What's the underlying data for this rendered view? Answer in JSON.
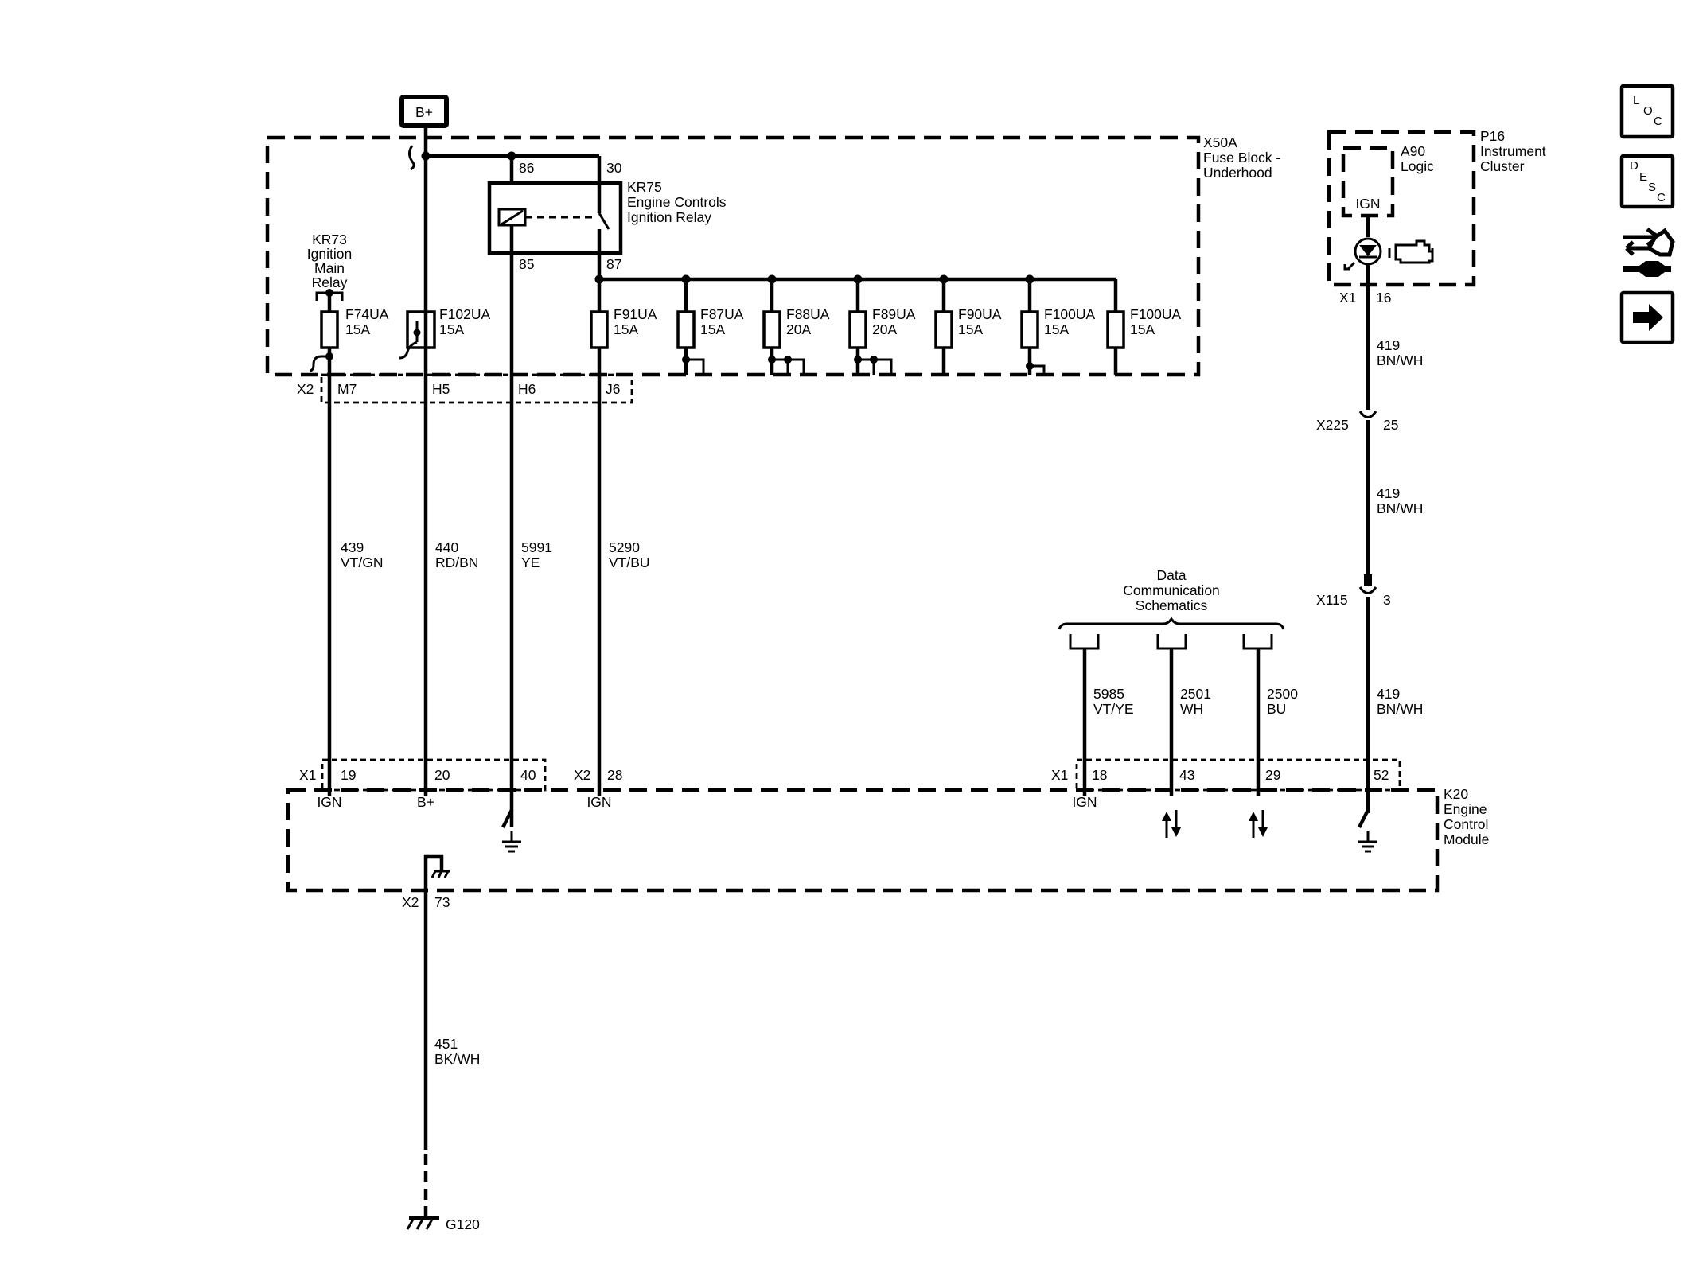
{
  "power_source": "B+",
  "components": {
    "fuse_block": {
      "id": "X50A",
      "name_line1": "Fuse Block -",
      "name_line2": "Underhood"
    },
    "kr75": {
      "id": "KR75",
      "line1": "Engine Controls",
      "line2": "Ignition Relay",
      "pins": [
        "86",
        "30",
        "85",
        "87"
      ]
    },
    "kr73": {
      "id": "KR73",
      "line1": "Ignition",
      "line2": "Main",
      "line3": "Relay"
    },
    "instrument_cluster": {
      "id": "P16",
      "line1": "Instrument",
      "line2": "Cluster"
    },
    "a90": {
      "id": "A90",
      "name": "Logic",
      "pin": "IGN"
    },
    "ecm": {
      "id": "K20",
      "line1": "Engine",
      "line2": "Control",
      "line3": "Module"
    },
    "data_comm": {
      "line1": "Data",
      "line2": "Communication",
      "line3": "Schematics"
    },
    "ground": "G120"
  },
  "fuses": [
    {
      "id": "F74UA",
      "rating": "15A"
    },
    {
      "id": "F102UA",
      "rating": "15A"
    },
    {
      "id": "F91UA",
      "rating": "15A"
    },
    {
      "id": "F87UA",
      "rating": "15A"
    },
    {
      "id": "F88UA",
      "rating": "20A"
    },
    {
      "id": "F89UA",
      "rating": "20A"
    },
    {
      "id": "F90UA",
      "rating": "15A"
    },
    {
      "id": "F100UA",
      "rating": "15A"
    },
    {
      "id": "F100UA",
      "rating": "15A"
    }
  ],
  "fuse_block_connector": {
    "name": "X2",
    "pins": [
      "M7",
      "H5",
      "H6",
      "J6"
    ]
  },
  "circuits": [
    {
      "num": "439",
      "color": "VT/GN"
    },
    {
      "num": "440",
      "color": "RD/BN"
    },
    {
      "num": "5991",
      "color": "YE"
    },
    {
      "num": "5290",
      "color": "VT/BU"
    },
    {
      "num": "5985",
      "color": "VT/YE"
    },
    {
      "num": "2501",
      "color": "WH"
    },
    {
      "num": "2500",
      "color": "BU"
    },
    {
      "num": "419",
      "color": "BN/WH"
    },
    {
      "num": "419",
      "color": "BN/WH"
    },
    {
      "num": "419",
      "color": "BN/WH"
    },
    {
      "num": "451",
      "color": "BK/WH"
    }
  ],
  "ecm_pins": {
    "x1": "X1",
    "x2": "X2",
    "p19": "19",
    "p20": "20",
    "p40": "40",
    "p28": "28",
    "p18": "18",
    "p43": "43",
    "p29": "29",
    "p52": "52",
    "p73": "73",
    "ign": "IGN",
    "bplus": "B+"
  },
  "inline_connectors": [
    {
      "name": "X225",
      "pin": "25"
    },
    {
      "name": "X115",
      "pin": "3"
    }
  ],
  "cluster_connector": {
    "name": "X1",
    "pin": "16"
  },
  "nav_buttons": [
    {
      "label": "LOC",
      "letters": [
        "L",
        "O",
        "C"
      ]
    },
    {
      "label": "DESC",
      "letters": [
        "D",
        "E",
        "S",
        "C"
      ]
    },
    {
      "label": "Connector / Harness"
    },
    {
      "label": "Next"
    }
  ]
}
